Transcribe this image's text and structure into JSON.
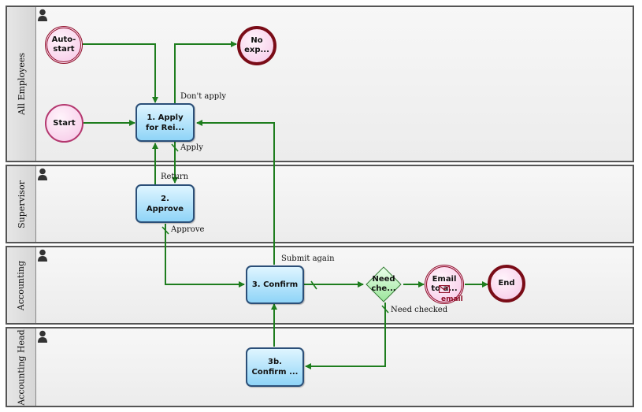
{
  "lanes": [
    {
      "name": "All Employees"
    },
    {
      "name": "Supervisor"
    },
    {
      "name": "Accounting"
    },
    {
      "name": "Accounting Head"
    }
  ],
  "nodes": {
    "autostart": "Auto-start",
    "no_expense": "No exp...",
    "start": "Start",
    "apply": "1. Apply for Rei...",
    "approve": "2. Approve",
    "confirm": "3. Confirm",
    "need_check": "Need che...",
    "email": "Email to a...",
    "email_badge": "email",
    "end": "End",
    "confirm_head": "3b. Confirm ..."
  },
  "flows": {
    "dont_apply": "Don't apply",
    "apply": "Apply",
    "return": "Return",
    "approve": "Approve",
    "submit_again": "Submit again",
    "need_checked": "Need checked"
  },
  "colors": {
    "flow": "#1e7d1e",
    "task": "#8fd4f7",
    "event": "#f6c6e6",
    "gateway": "#9be59b"
  }
}
